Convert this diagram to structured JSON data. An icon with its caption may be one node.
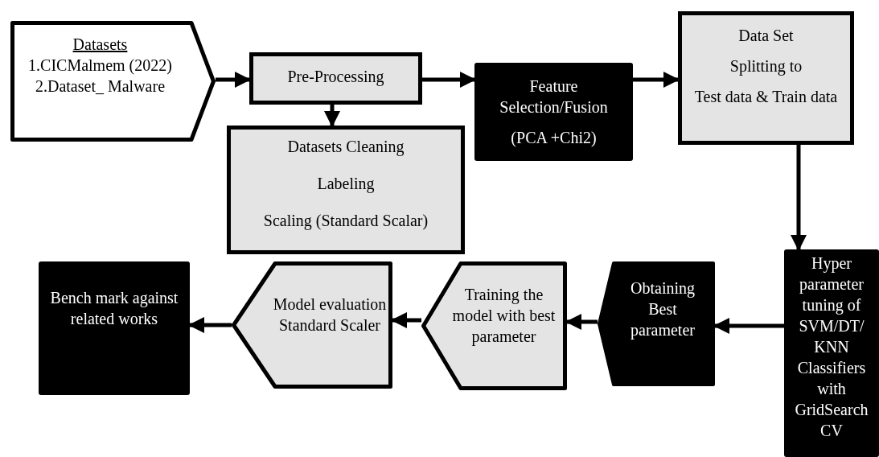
{
  "diagram": {
    "nodes": [
      {
        "text": [
          "Datasets",
          "1.CICMalmem (2022)",
          "2.Dataset_ Malware"
        ]
      },
      {
        "text": [
          "Pre-Processing"
        ]
      },
      {
        "text": [
          "Datasets Cleaning",
          "Labeling",
          "Scaling (Standard Scalar)"
        ]
      },
      {
        "text": [
          "Feature Selection/Fusion",
          "(PCA +Chi2)"
        ]
      },
      {
        "text": [
          "Data Set",
          "Splitting to",
          "Test data & Train data"
        ]
      },
      {
        "text": [
          "Hyper parameter tuning of SVM/DT/ KNN Classifiers with GridSearch CV"
        ]
      },
      {
        "text": [
          "Obtaining Best parameter"
        ]
      },
      {
        "text": [
          "Training the model with best parameter"
        ]
      },
      {
        "text": [
          "Model evaluation Standard Scaler"
        ]
      },
      {
        "text": [
          "Bench mark against related works"
        ]
      }
    ],
    "edges": [
      {
        "from": 0,
        "to": 1,
        "arrow": "to"
      },
      {
        "from": 1,
        "to": 2,
        "arrow": "to"
      },
      {
        "from": 1,
        "to": 3,
        "arrow": "to"
      },
      {
        "from": 3,
        "to": 4,
        "arrow": "to"
      },
      {
        "from": 4,
        "to": 5,
        "arrow": "to"
      },
      {
        "from": 5,
        "to": 6,
        "arrow": "to"
      },
      {
        "from": 6,
        "to": 7,
        "arrow": "to"
      },
      {
        "from": 7,
        "to": 8,
        "arrow": "to"
      },
      {
        "from": 8,
        "to": 9,
        "arrow": "to"
      }
    ]
  }
}
